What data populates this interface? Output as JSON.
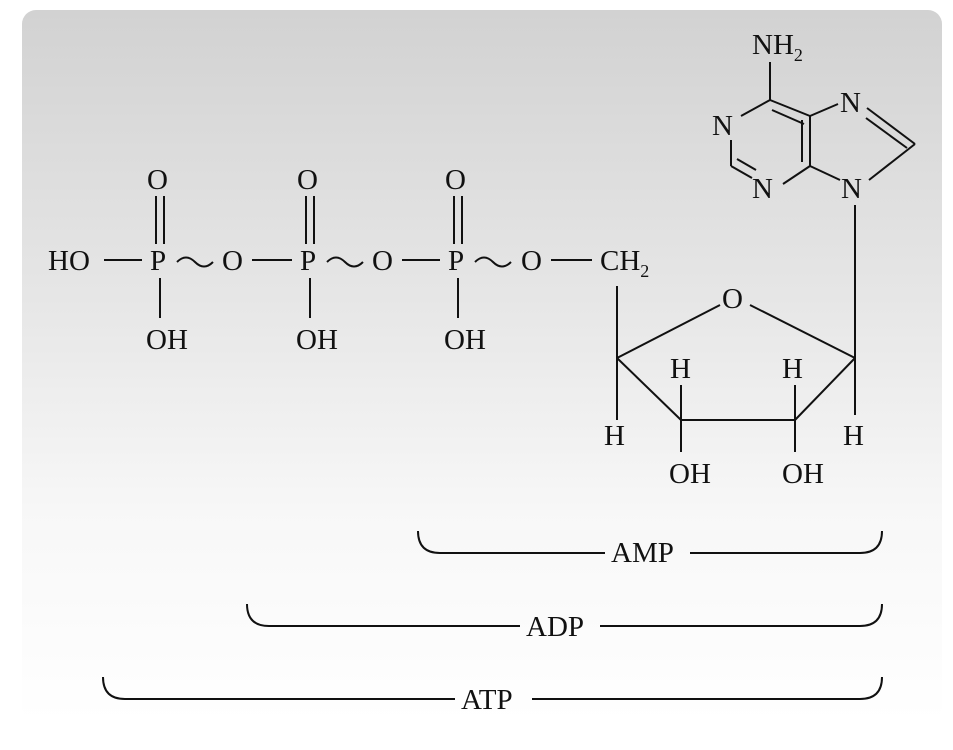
{
  "diagram": {
    "phosphates": [
      {
        "left_group": "HO",
        "phosphorus": "P",
        "double_bond_oxygen": "O",
        "hydroxyl": "OH",
        "bridge_oxygen": "O"
      },
      {
        "phosphorus": "P",
        "double_bond_oxygen": "O",
        "hydroxyl": "OH",
        "bridge_oxygen": "O"
      },
      {
        "phosphorus": "P",
        "double_bond_oxygen": "O",
        "hydroxyl": "OH",
        "bridge_oxygen": "O"
      }
    ],
    "ch2": {
      "main": "CH",
      "sub": "2"
    },
    "ribose": {
      "ring_oxygen": "O",
      "h_c4": "H",
      "h_c3_top": "H",
      "h_c2_top": "H",
      "h_c1": "H",
      "oh_c3": "OH",
      "oh_c2": "OH"
    },
    "adenine": {
      "amino": {
        "main": "NH",
        "sub": "2"
      },
      "n1": "N",
      "n3": "N",
      "n7": "N",
      "n9": "N"
    },
    "brackets": {
      "amp": "AMP",
      "adp": "ADP",
      "atp": "ATP"
    }
  }
}
